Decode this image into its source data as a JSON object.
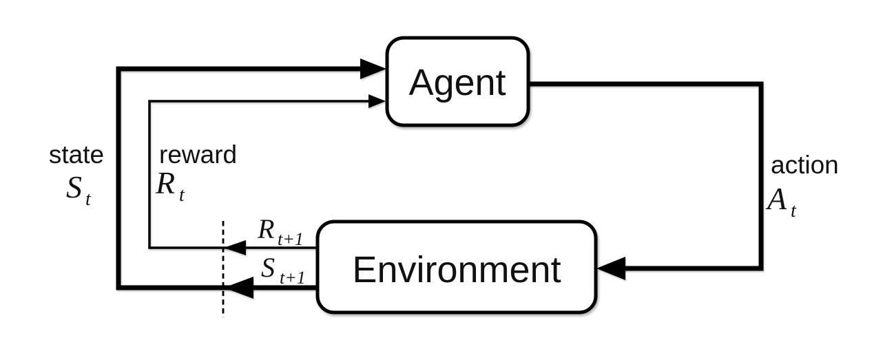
{
  "diagram": {
    "agent_label": "Agent",
    "environment_label": "Environment",
    "state": {
      "word": "state",
      "symbol": "S",
      "subscript": "t"
    },
    "reward": {
      "word": "reward",
      "symbol": "R",
      "subscript": "t"
    },
    "action": {
      "word": "action",
      "symbol": "A",
      "subscript": "t"
    },
    "next_reward": {
      "symbol": "R",
      "subscript": "t+1"
    },
    "next_state": {
      "symbol": "S",
      "subscript": "t+1"
    },
    "colors": {
      "ink": "#000000",
      "box_fill": "#ffffff",
      "background": "#ffffff"
    }
  }
}
